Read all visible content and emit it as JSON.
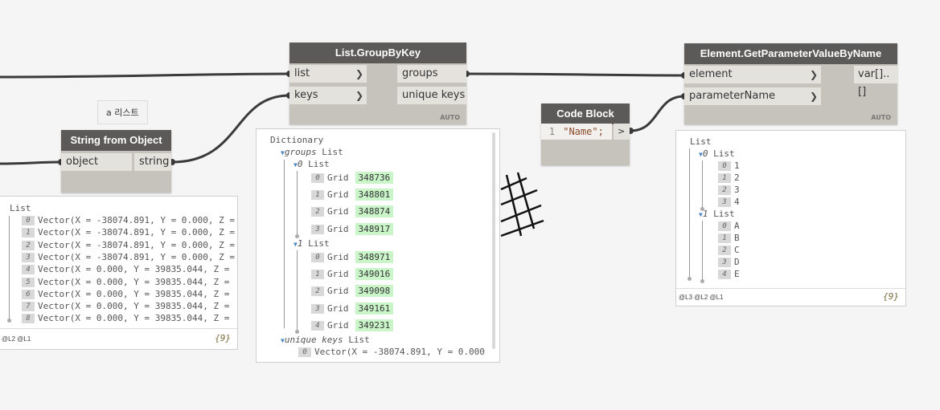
{
  "tooltip": {
    "text": "a 리스트"
  },
  "nodes": {
    "string_from_object": {
      "title": "String from Object",
      "input": "object",
      "output": "string"
    },
    "group_by_key": {
      "title": "List.GroupByKey",
      "inputs": [
        "list",
        "keys"
      ],
      "outputs": [
        "groups",
        "unique keys"
      ],
      "auto": "AUTO"
    },
    "code_block": {
      "title": "Code Block",
      "line_no": "1",
      "code": "\"Name\";",
      "output": ">"
    },
    "get_param": {
      "title": "Element.GetParameterValueByName",
      "inputs": [
        "element",
        "parameterName"
      ],
      "output": "var[]..[]",
      "auto": "AUTO"
    }
  },
  "left_preview": {
    "header": "List",
    "rows": [
      {
        "i": "0",
        "v": "Vector(X = -38074.891, Y = 0.000, Z ="
      },
      {
        "i": "1",
        "v": "Vector(X = -38074.891, Y = 0.000, Z ="
      },
      {
        "i": "2",
        "v": "Vector(X = -38074.891, Y = 0.000, Z ="
      },
      {
        "i": "3",
        "v": "Vector(X = -38074.891, Y = 0.000, Z ="
      },
      {
        "i": "4",
        "v": "Vector(X = 0.000, Y = 39835.044, Z ="
      },
      {
        "i": "5",
        "v": "Vector(X = 0.000, Y = 39835.044, Z ="
      },
      {
        "i": "6",
        "v": "Vector(X = 0.000, Y = 39835.044, Z ="
      },
      {
        "i": "7",
        "v": "Vector(X = 0.000, Y = 39835.044, Z ="
      },
      {
        "i": "8",
        "v": "Vector(X = 0.000, Y = 39835.044, Z ="
      }
    ],
    "levels": "@L2 @L1",
    "count": "{9}"
  },
  "dict_preview": {
    "header": "Dictionary",
    "groups_key": "groups",
    "list_word": "List",
    "group0_idx": "0",
    "group0_items": [
      {
        "i": "0",
        "label": "Grid",
        "val": "348736"
      },
      {
        "i": "1",
        "label": "Grid",
        "val": "348801"
      },
      {
        "i": "2",
        "label": "Grid",
        "val": "348874"
      },
      {
        "i": "3",
        "label": "Grid",
        "val": "348917"
      }
    ],
    "group1_idx": "1",
    "group1_items": [
      {
        "i": "0",
        "label": "Grid",
        "val": "348971"
      },
      {
        "i": "1",
        "label": "Grid",
        "val": "349016"
      },
      {
        "i": "2",
        "label": "Grid",
        "val": "349098"
      },
      {
        "i": "3",
        "label": "Grid",
        "val": "349161"
      },
      {
        "i": "4",
        "label": "Grid",
        "val": "349231"
      }
    ],
    "unique_key": "unique keys",
    "unique_row": {
      "i": "0",
      "v": "Vector(X = -38074.891, Y = 0.000"
    }
  },
  "right_preview": {
    "header": "List",
    "list_word": "List",
    "sub0_idx": "0",
    "sub0": [
      {
        "i": "0",
        "v": "1"
      },
      {
        "i": "1",
        "v": "2"
      },
      {
        "i": "2",
        "v": "3"
      },
      {
        "i": "3",
        "v": "4"
      }
    ],
    "sub1_idx": "1",
    "sub1": [
      {
        "i": "0",
        "v": "A"
      },
      {
        "i": "1",
        "v": "B"
      },
      {
        "i": "2",
        "v": "C"
      },
      {
        "i": "3",
        "v": "D"
      },
      {
        "i": "4",
        "v": "E"
      }
    ],
    "levels": "@L3 @L2 @L1",
    "count": "{9}"
  },
  "colors": {
    "node_title": "#5b5a58",
    "node_body": "#c6c3bd",
    "port_bg": "#e4e2dd",
    "wire": "#3a3a3a",
    "grid_highlight": "#c9f5c9"
  }
}
